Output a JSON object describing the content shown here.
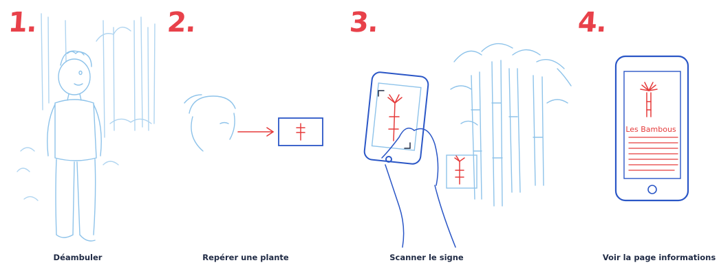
{
  "steps": [
    {
      "number": "1.",
      "caption": "Déambuler"
    },
    {
      "number": "2.",
      "caption": "Repérer une plante"
    },
    {
      "number": "3.",
      "caption": "Scanner le signe"
    },
    {
      "number": "4.",
      "caption": "Voir la page informations"
    }
  ],
  "phone_screen": {
    "title": "Les Bambous"
  },
  "colors": {
    "number": "#e8414a",
    "light_blue": "#8ec3ea",
    "blue": "#2a56c6",
    "red": "#e53a3a",
    "caption": "#1f2a44"
  }
}
